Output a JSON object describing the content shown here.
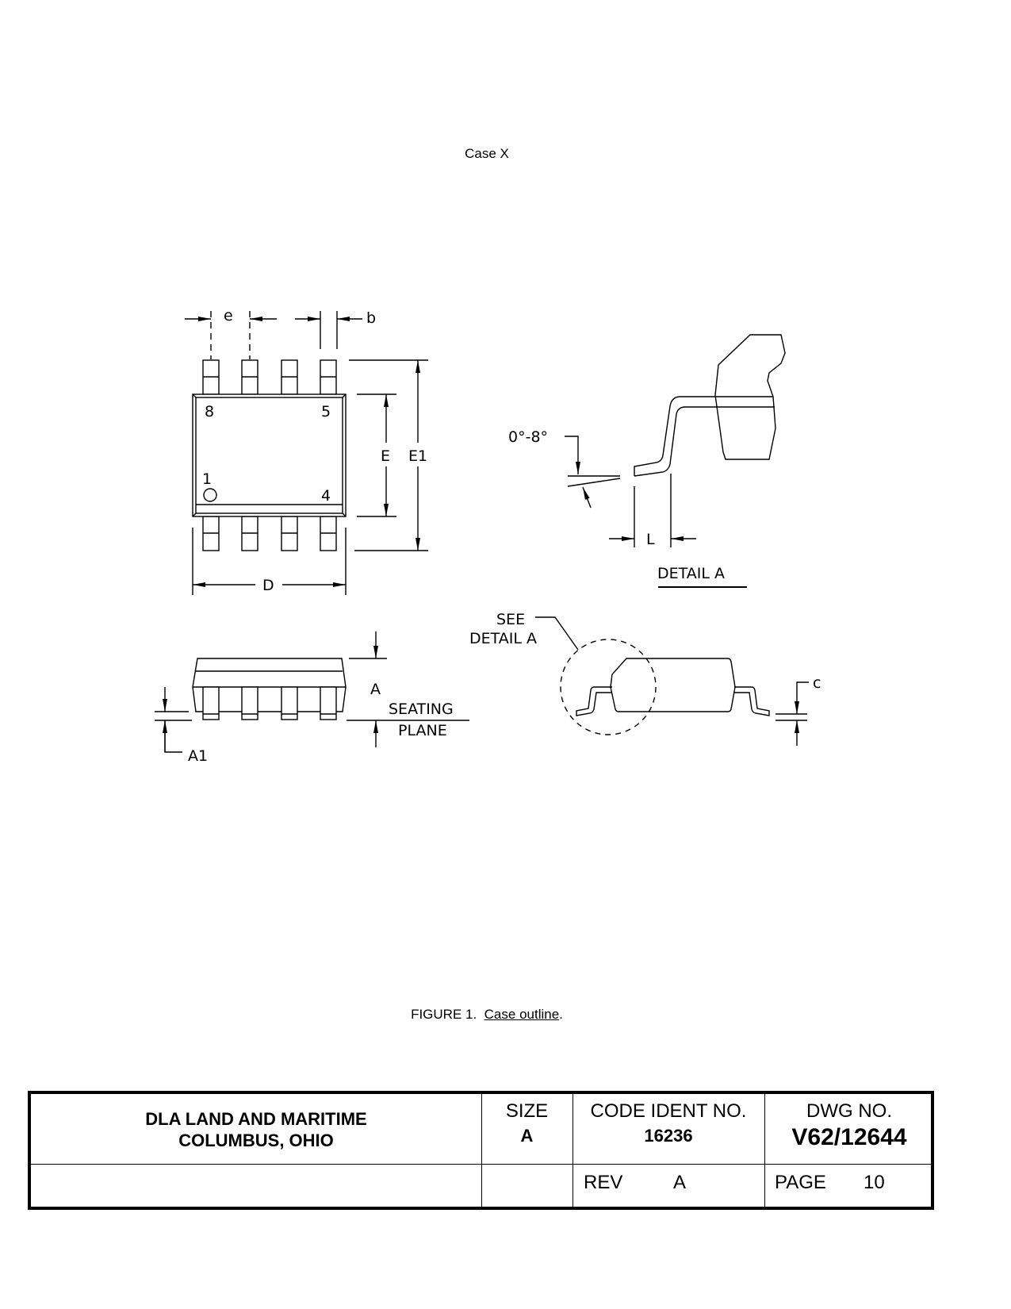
{
  "header": {
    "case_label": "Case X"
  },
  "drawing": {
    "top_view": {
      "pin8": "8",
      "pin5": "5",
      "pin1": "1",
      "pin4": "4",
      "dim_e": "e",
      "dim_b": "b",
      "dim_E": "E",
      "dim_E1": "E1",
      "dim_D": "D"
    },
    "side_view": {
      "dim_A": "A",
      "dim_A1": "A1",
      "seating": "SEATING",
      "plane": "PLANE"
    },
    "detail": {
      "angle": "0°-8°",
      "dim_L": "L",
      "title": "DETAIL A"
    },
    "end_view": {
      "see": "SEE",
      "see_detail": "DETAIL A",
      "dim_c": "c"
    }
  },
  "figure": {
    "prefix": "FIGURE 1.",
    "caption": "Case outline",
    "suffix": "."
  },
  "title_block": {
    "org_line1": "DLA LAND AND MARITIME",
    "org_line2": "COLUMBUS, OHIO",
    "size_label": "SIZE",
    "size_value": "A",
    "code_label": "CODE IDENT NO.",
    "code_value": "16236",
    "dwg_label": "DWG NO.",
    "dwg_value": "V62/12644",
    "rev_label": "REV",
    "rev_value": "A",
    "page_label": "PAGE",
    "page_value": "10"
  }
}
